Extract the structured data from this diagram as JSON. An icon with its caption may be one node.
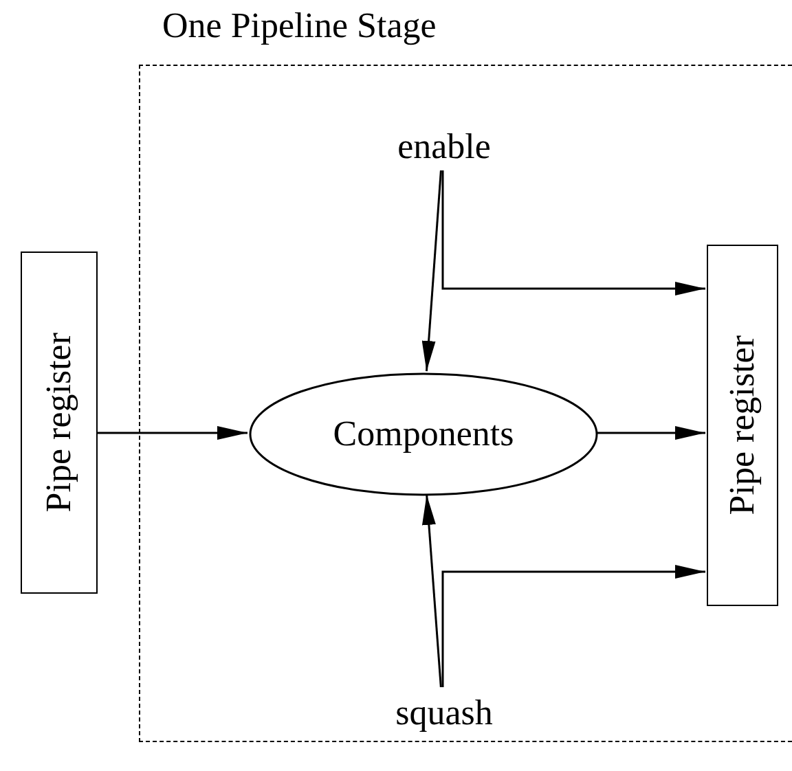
{
  "diagram": {
    "nodes": [
      {
        "text": [
          "One Pipeline Stage"
        ]
      },
      {
        "text": [
          "Pipe register"
        ]
      },
      {
        "text": [
          "Components"
        ],
        "in": 0
      },
      {
        "text": [
          "enable"
        ],
        "in": 0
      },
      {
        "text": [
          "squash"
        ],
        "in": 0
      },
      {
        "text": [
          "Pipe register"
        ],
        "in": 0
      }
    ],
    "edges": [
      {
        "from": 1,
        "to": 2,
        "arrow": "to"
      },
      {
        "from": 3,
        "to": 2,
        "arrow": "to"
      },
      {
        "from": 3,
        "to": 5,
        "arrow": "to"
      },
      {
        "from": 2,
        "to": 5,
        "arrow": "to"
      },
      {
        "from": 4,
        "to": 2,
        "arrow": "to"
      },
      {
        "from": 4,
        "to": 5,
        "arrow": "to"
      }
    ]
  }
}
